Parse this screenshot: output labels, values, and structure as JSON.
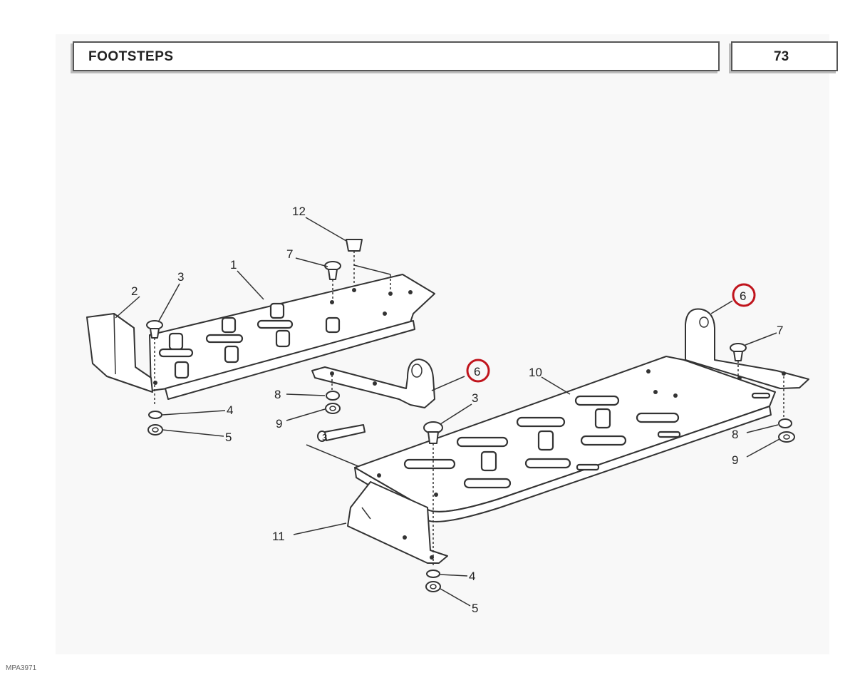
{
  "header": {
    "title": "FOOTSTEPS",
    "page_number": "73"
  },
  "callouts": {
    "c1": "1",
    "c2": "2",
    "c3a": "3",
    "c3b": "3",
    "c3c": "3",
    "c4a": "4",
    "c4b": "4",
    "c5a": "5",
    "c5b": "5",
    "c6a": "6",
    "c6b": "6",
    "c7a": "7",
    "c7b": "7",
    "c8a": "8",
    "c8b": "8",
    "c9a": "9",
    "c9b": "9",
    "c10": "10",
    "c11": "11",
    "c12": "12"
  },
  "highlight_color": "#c0141c",
  "footer": {
    "code": "MPA3971"
  }
}
